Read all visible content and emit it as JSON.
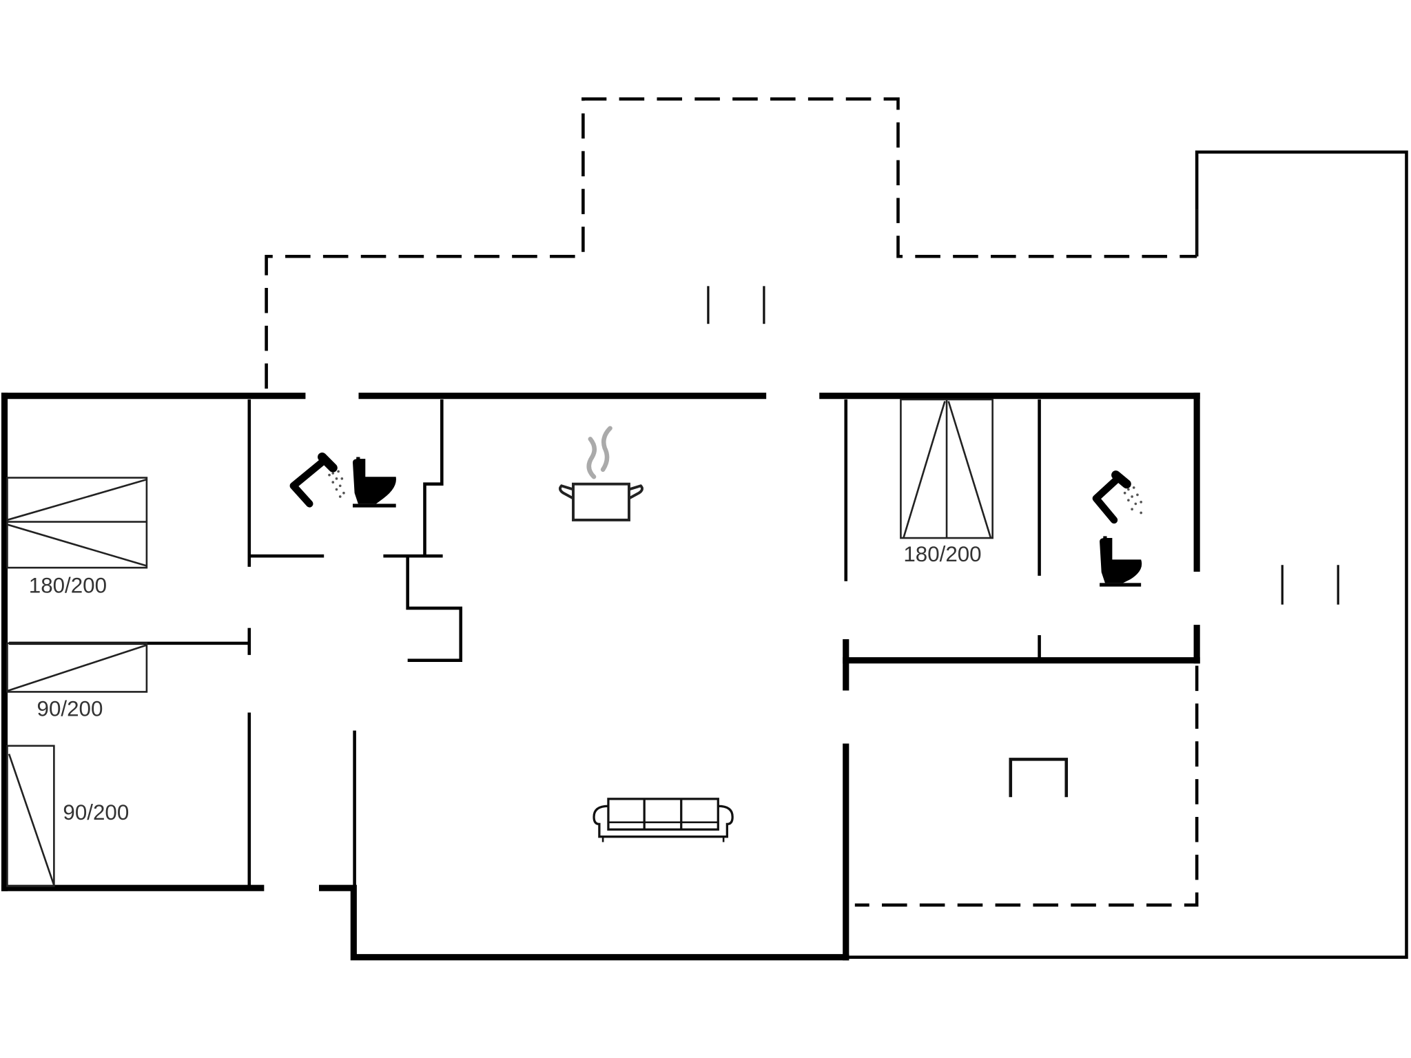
{
  "diagram": {
    "type": "floor-plan",
    "colors": {
      "background": "#ffffff",
      "walls": "#000000",
      "labels": "#333333",
      "steam": "#aaaaaa"
    },
    "beds": [
      {
        "id": "bed-1",
        "label": "180/200",
        "room": "bedroom-west-top"
      },
      {
        "id": "bed-2",
        "label": "90/200",
        "room": "bedroom-west-middle"
      },
      {
        "id": "bed-3",
        "label": "90/200",
        "room": "bedroom-west-bottom"
      },
      {
        "id": "bed-4",
        "label": "180/200",
        "room": "bedroom-east"
      }
    ],
    "icons": [
      {
        "name": "shower-icon",
        "room": "bathroom-west"
      },
      {
        "name": "toilet-icon",
        "room": "bathroom-west"
      },
      {
        "name": "cooking-pot-icon",
        "room": "kitchen"
      },
      {
        "name": "sofa-icon",
        "room": "living-room"
      },
      {
        "name": "shower-icon",
        "room": "bathroom-east"
      },
      {
        "name": "toilet-icon",
        "room": "bathroom-east"
      },
      {
        "name": "table-icon",
        "room": "annex"
      }
    ],
    "outdoor_areas": [
      {
        "name": "terrace-north",
        "style": "dashed"
      },
      {
        "name": "terrace-southeast",
        "style": "dashed"
      },
      {
        "name": "terrace-east",
        "style": "solid"
      }
    ]
  }
}
